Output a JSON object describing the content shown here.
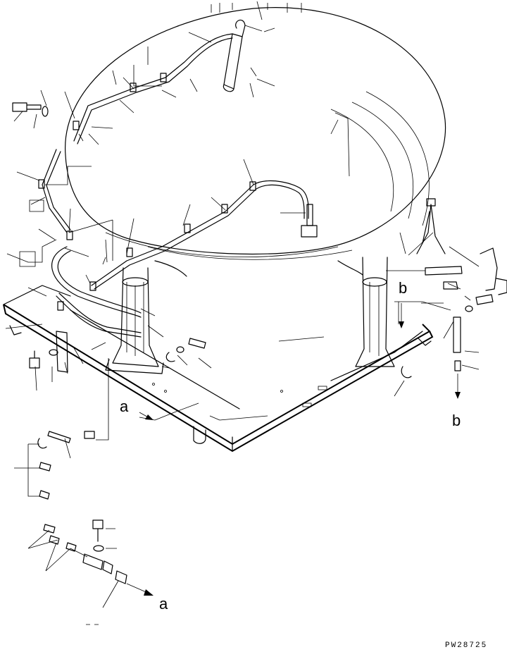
{
  "figure": {
    "drawing_id": "PW28725",
    "ref_labels": {
      "a_top": "a",
      "a_bottom": "a",
      "b_top": "b",
      "b_bottom": "b"
    }
  }
}
